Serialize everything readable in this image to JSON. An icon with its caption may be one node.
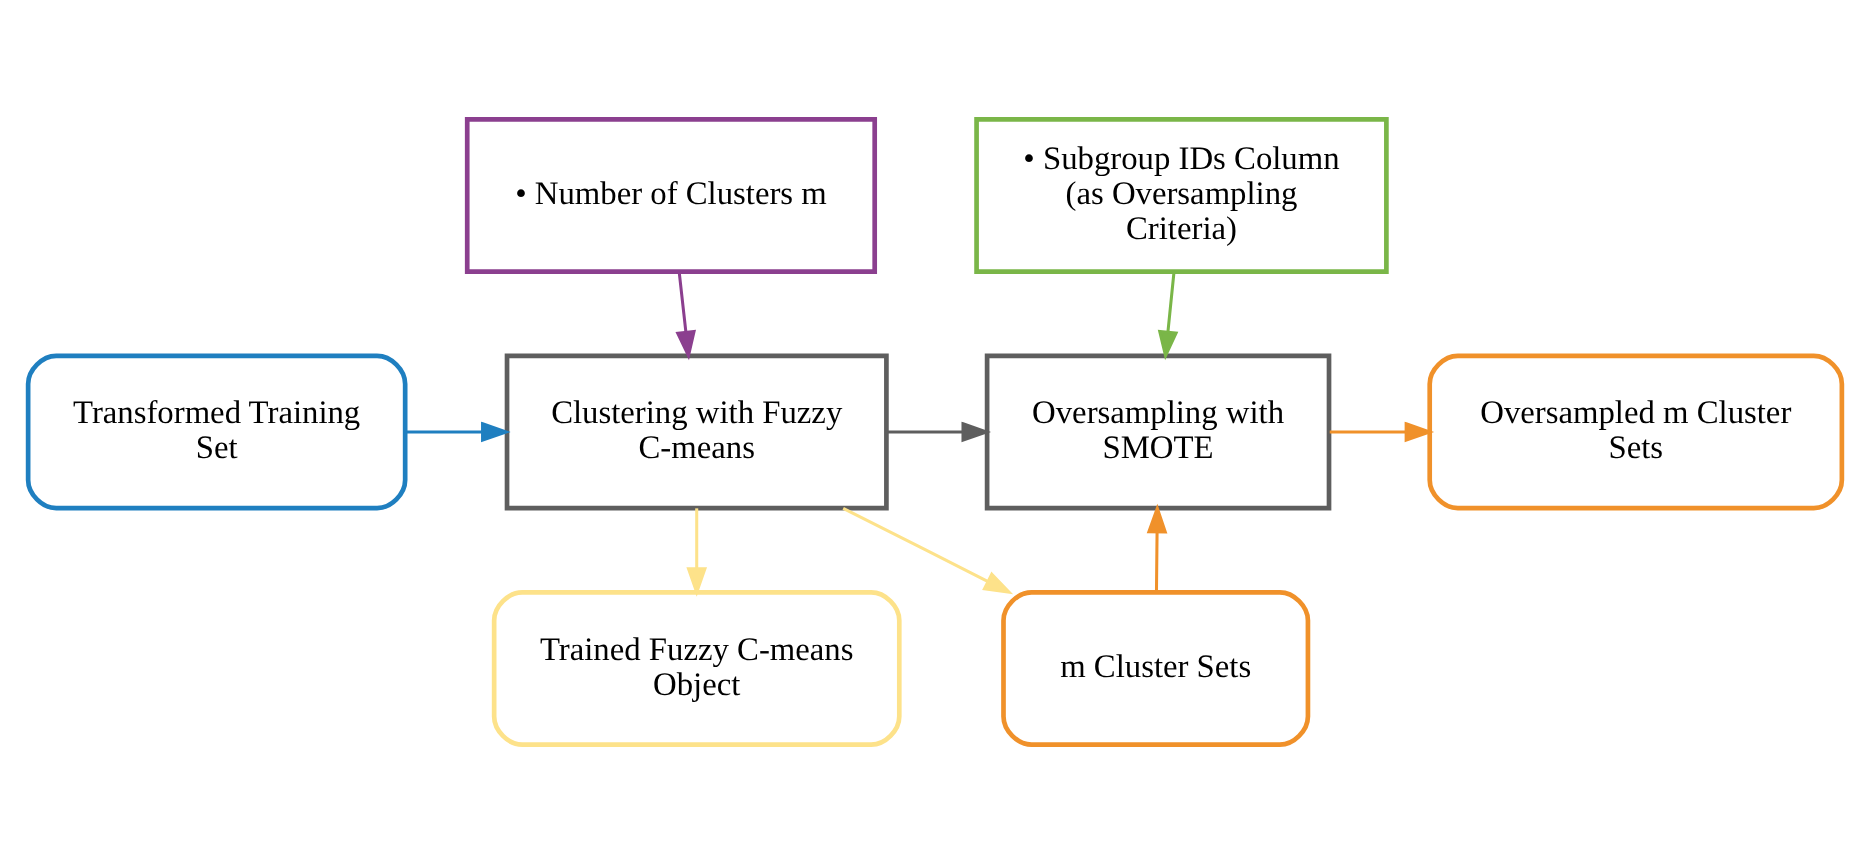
{
  "diagram": {
    "nodes": [
      {
        "text": [
          "• Number of Clusters m"
        ]
      },
      {
        "text": [
          "• Subgroup IDs Column (as Oversampling Criteria)"
        ]
      },
      {
        "text": [
          "Transformed Training Set"
        ]
      },
      {
        "text": [
          "Clustering with Fuzzy C-means"
        ]
      },
      {
        "text": [
          "Oversampling with SMOTE"
        ]
      },
      {
        "text": [
          "Oversampled m Cluster Sets"
        ]
      },
      {
        "text": [
          "m Cluster Sets"
        ]
      },
      {
        "text": [
          "Trained Fuzzy C-means Object"
        ]
      }
    ],
    "edges": [
      {
        "from": 0,
        "to": 3,
        "arrow": "to",
        "color": "#8b3f8f"
      },
      {
        "from": 1,
        "to": 4,
        "arrow": "to",
        "color": "#7ab648"
      },
      {
        "from": 2,
        "to": 3,
        "arrow": "to",
        "color": "#1f7fc0"
      },
      {
        "from": 3,
        "to": 4,
        "arrow": "to",
        "color": "#5e5e5e"
      },
      {
        "from": 4,
        "to": 5,
        "arrow": "to",
        "color": "#f0912a"
      },
      {
        "from": 3,
        "to": 6,
        "arrow": "to",
        "color": "#fde28a"
      },
      {
        "from": 3,
        "to": 7,
        "arrow": "to",
        "color": "#fde28a"
      },
      {
        "from": 6,
        "to": 4,
        "arrow": "to",
        "color": "#f0912a"
      }
    ]
  }
}
